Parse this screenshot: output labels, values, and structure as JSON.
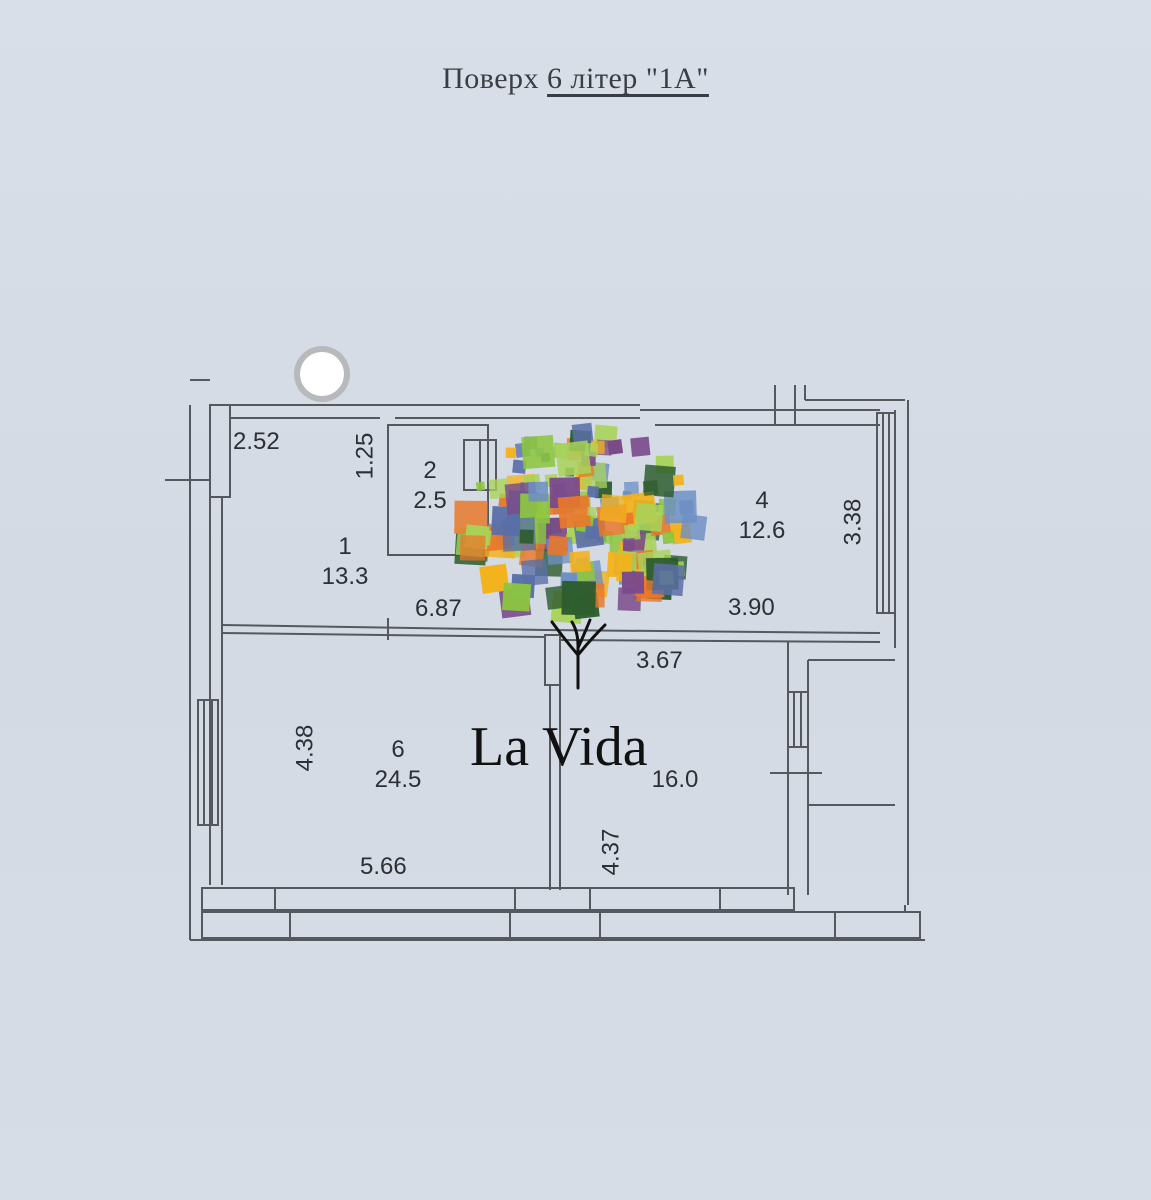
{
  "document": {
    "title_prefix": "Поверх",
    "title_underlined": "6 літер \"1А\""
  },
  "dimensions": {
    "d_2_52": "2.52",
    "d_1_25": "1.25",
    "d_6_87": "6.87",
    "d_3_90": "3.90",
    "d_3_67": "3.67",
    "d_3_38": "3.38",
    "d_4_38": "4.38",
    "d_5_66": "5.66",
    "d_4_37": "4.37"
  },
  "rooms": [
    {
      "number": "1",
      "area": "13.3"
    },
    {
      "number": "2",
      "area": "2.5"
    },
    {
      "number": "4",
      "area": "12.6"
    },
    {
      "number": "6",
      "area": "24.5"
    },
    {
      "number": "",
      "area": "16.0"
    }
  ],
  "logo": {
    "text": "La Vida",
    "icon": "tree-icon",
    "colors": [
      "#e8782a",
      "#6c8fc4",
      "#8cc63f",
      "#2f5d2f",
      "#7b4a8a",
      "#f2b21c",
      "#5a6fa8",
      "#a9d35a"
    ]
  }
}
